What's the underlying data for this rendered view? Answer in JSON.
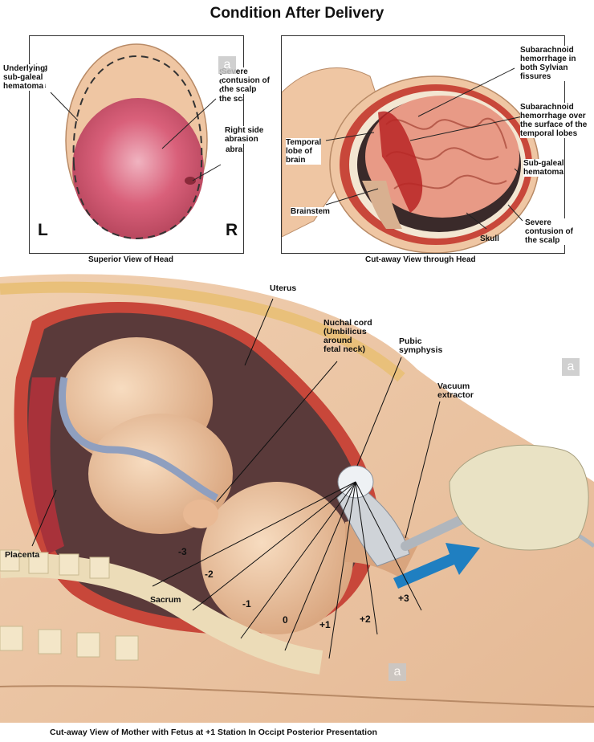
{
  "title": "Condition After Delivery",
  "top_left": {
    "labels": {
      "underlying": "Underlying\nsub-galeal\nhematoma",
      "severe": "Severe\ncontusion of\nthe scalp",
      "abrasion": "Right side\nabrasion",
      "left": "L",
      "right": "R"
    },
    "caption": "Superior View of Head"
  },
  "top_right": {
    "labels": {
      "sah_sylvian": "Subarachnoid\nhemorrhage in\nboth Sylvian\nfissures",
      "sah_temporal": "Subarachnoid\nhemorrhage over\nthe surface of the\ntemporal lobes",
      "temporal_lobe": "Temporal\nlobe of\nbrain",
      "subgaleal": "Sub-galeal\nhematoma",
      "brainstem": "Brainstem",
      "skull": "Skull",
      "severe": "Severe\ncontusion of\nthe scalp"
    },
    "caption": "Cut-away View through Head"
  },
  "bottom": {
    "labels": {
      "uterus": "Uterus",
      "nuchal": "Nuchal cord\n(Umbilicus\naround\nfetal neck)",
      "pubic": "Pubic\nsymphysis",
      "vacuum": "Vacuum\nextractor",
      "placenta": "Placenta",
      "sacrum": "Sacrum"
    },
    "stations": [
      "-3",
      "-2",
      "-1",
      "0",
      "+1",
      "+2",
      "+3"
    ],
    "caption": "Cut-away View of Mother with Fetus at +1 Station In Occipt Posterior Presentation"
  },
  "watermark": "a",
  "colors": {
    "scalp": "#d9607a",
    "skin": "#f0c9a3",
    "uterus_wall": "#c8473a",
    "brain": "#e89a86",
    "blood": "#b82424",
    "glove": "#e9e2c4",
    "arrow": "#1f7fc1"
  }
}
